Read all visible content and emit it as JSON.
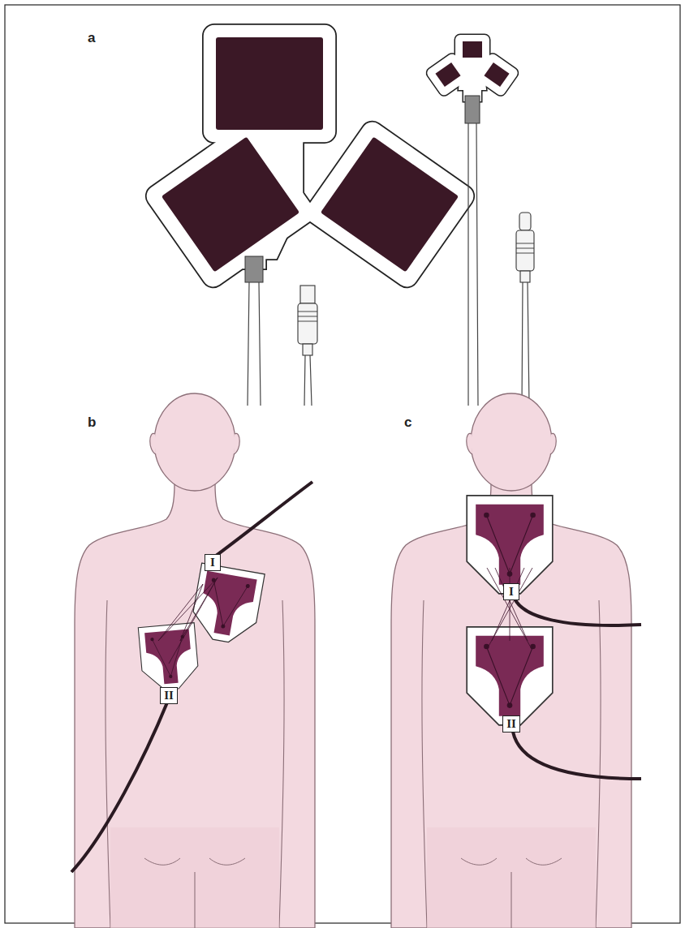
{
  "diagram": {
    "nodes": [
      {
        "text": [
          "I"
        ]
      },
      {
        "text": [
          "II"
        ]
      },
      {
        "text": [
          "I"
        ]
      },
      {
        "text": [
          "II"
        ]
      }
    ],
    "labels": [
      "a",
      "b",
      "c"
    ]
  }
}
